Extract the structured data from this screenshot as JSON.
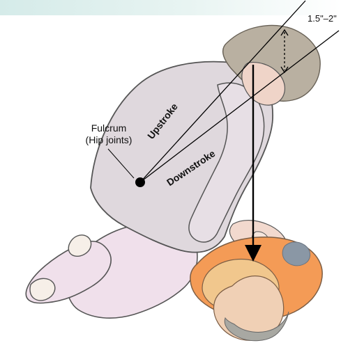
{
  "labels": {
    "fulcrum_title": "Fulcrum",
    "fulcrum_subtitle": "(Hip joints)",
    "upstroke": "Upstroke",
    "downstroke": "Downstroke",
    "compression_depth": "1.5\"–2\""
  },
  "colors": {
    "background": "#ffffff",
    "top_strip": "#d5ebe9",
    "rescuer_skin": "#dfd8dd",
    "rescuer_pants": "#f0e0eb",
    "hair": "#b9b0a1",
    "victim_skin": "#f1c78d",
    "victim_shirt": "#f49b56",
    "line": "#000000",
    "sketch": "#555555"
  }
}
